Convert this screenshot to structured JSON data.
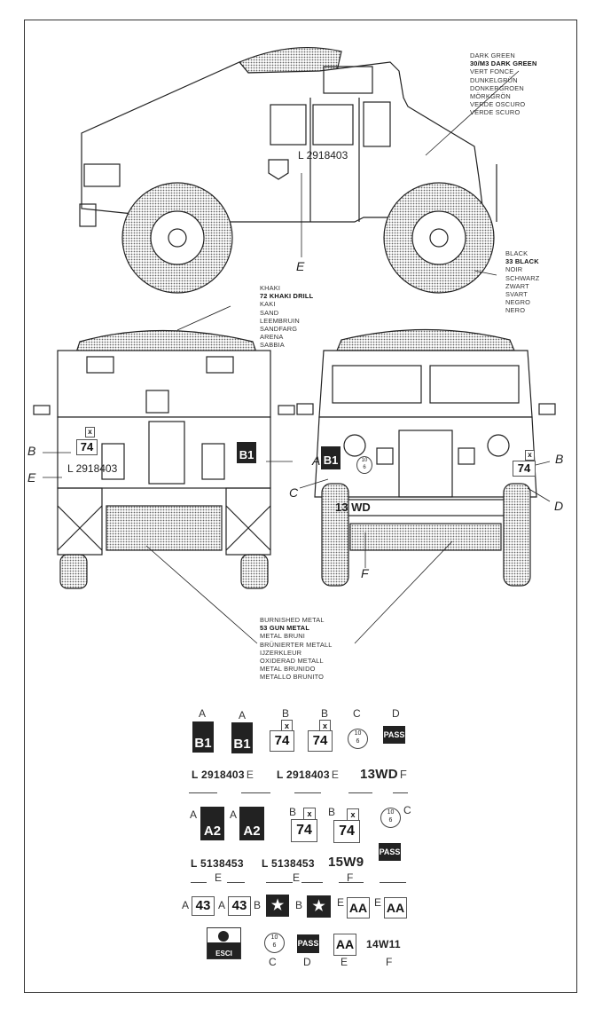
{
  "paint_callouts": {
    "dark_green": [
      "DARK GREEN",
      "30/M3 DARK GREEN",
      "VERT FONCE",
      "DUNKELGRÜN",
      "DONKERGROEN",
      "MÖRKGRÖN",
      "VERDE OSCURO",
      "VERDE SCURO"
    ],
    "black": [
      "BLACK",
      "33 BLACK",
      "NOIR",
      "SCHWARZ",
      "ZWART",
      "SVART",
      "NEGRO",
      "NERO"
    ],
    "khaki": [
      "KHAKI",
      "72 KHAKI DRILL",
      "KAKI",
      "SAND",
      "LEEMBRUIN",
      "SANDFARG",
      "ARENA",
      "SABBIA"
    ],
    "metal": [
      "BURNISHED METAL",
      "53 GUN METAL",
      "METAL BRUNI",
      "BRÜNIERTER METALL",
      "IJZERKLEUR",
      "OXIDERAD METALL",
      "METAL BRUNIDO",
      "METALLO BRUNITO"
    ]
  },
  "side_view": {
    "serial": "L 2918403",
    "callout_e": "E"
  },
  "rear_view": {
    "callout_b": "B",
    "callout_e": "E",
    "callout_a": "A",
    "plate": "74",
    "plate_x": "x",
    "serial": "L 2918403",
    "unit": "B1"
  },
  "front_view": {
    "callout_b": "B",
    "callout_c": "C",
    "callout_d": "D",
    "callout_f": "F",
    "unit": "B1",
    "plate": "74",
    "plate_x": "x",
    "reg": "13 WD",
    "tax_top": "10",
    "tax_bottom": "6"
  },
  "decals": {
    "row1": {
      "labels": [
        "A",
        "A",
        "B",
        "B",
        "C",
        "D"
      ],
      "unit": "B1",
      "plate": "74",
      "x": "x",
      "tax_top": "10",
      "tax_bottom": "6",
      "pass": "PASS"
    },
    "row2": {
      "serial1": "L 2918403",
      "serial2": "L 2918403",
      "reg": "13WD",
      "e": "E",
      "f": "F"
    },
    "row3": {
      "labels": [
        "A",
        "A",
        "B",
        "B",
        "C"
      ],
      "unit": "A2",
      "plate": "74",
      "x": "x",
      "tax_top": "10",
      "tax_bottom": "6",
      "pass": "PASS"
    },
    "row4": {
      "serial1": "L 5138453",
      "serial2": "L 5138453",
      "reg": "15W9",
      "e": "E",
      "f": "F"
    },
    "row5": {
      "labels": [
        "A",
        "A",
        "B",
        "B",
        "E",
        "E"
      ],
      "num": "43",
      "aa": "AA"
    },
    "row6": {
      "logo": "ESCI",
      "tax_top": "10",
      "tax_bottom": "6",
      "pass": "PASS",
      "aa": "AA",
      "reg": "14W11",
      "labels": [
        "C",
        "D",
        "E",
        "F"
      ]
    }
  },
  "colors": {
    "ink": "#222222",
    "paper": "#ffffff",
    "hatch": "#888888"
  }
}
